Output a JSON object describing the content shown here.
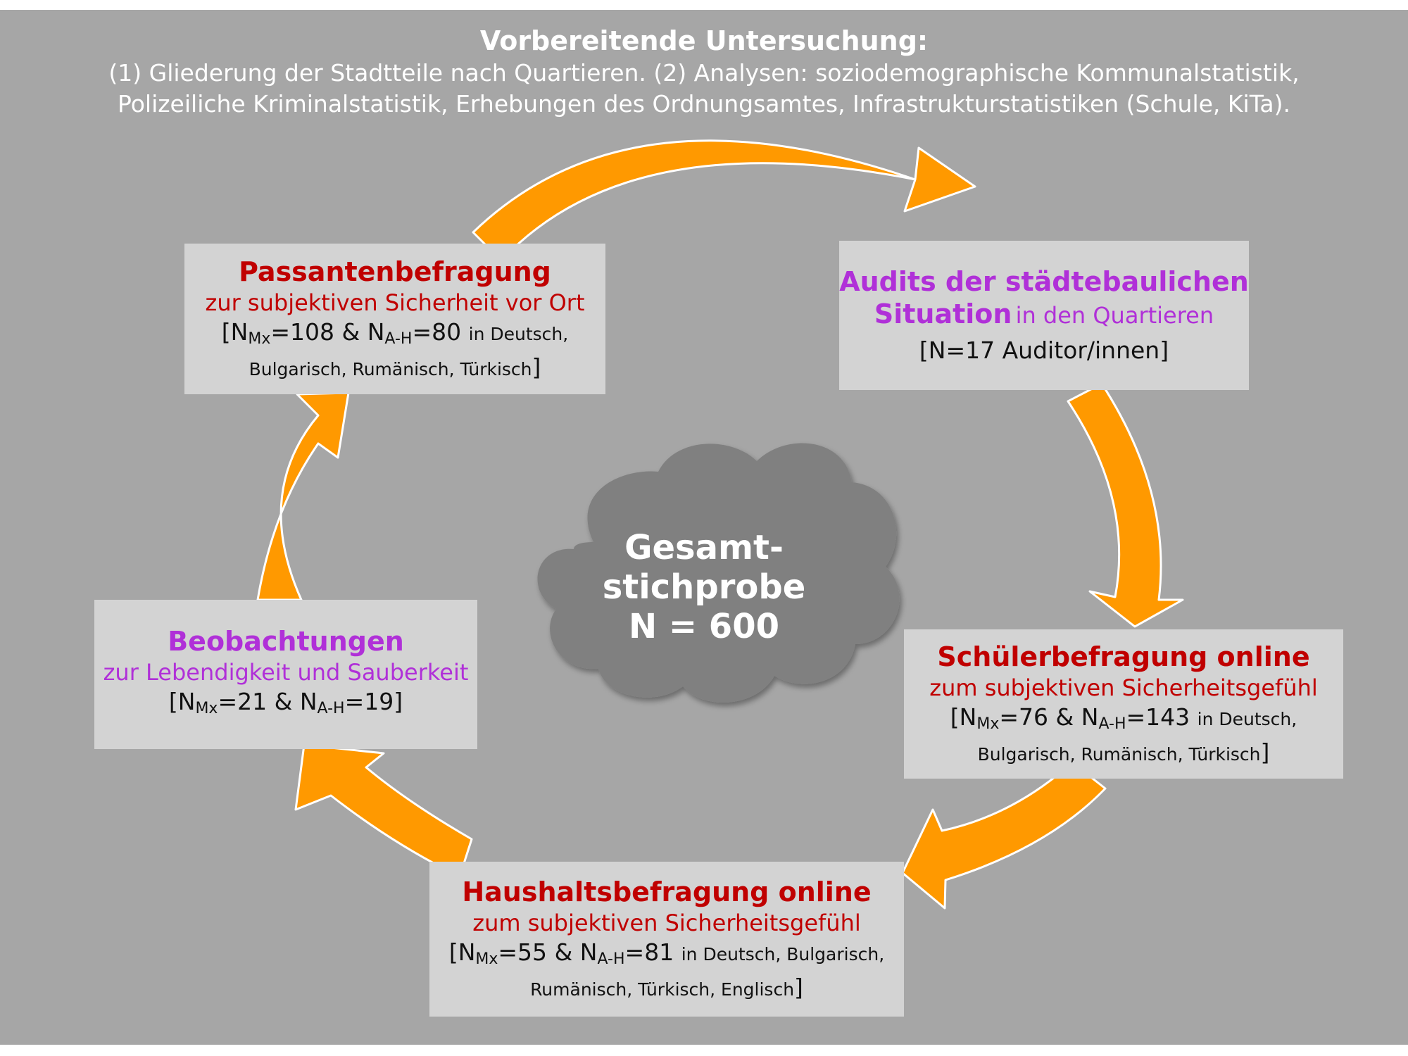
{
  "header": {
    "title": "Vorbereitende Untersuchung:",
    "line1": "(1) Gliederung der Stadtteile nach Quartieren. (2) Analysen: soziodemographische Kommunalstatistik,",
    "line2": "Polizeiliche Kriminalstatistik, Erhebungen des Ordnungsamtes, Infrastrukturstatistiken (Schule, KiTa)."
  },
  "center": {
    "line1": "Gesamt-",
    "line2": "stichprobe",
    "line3": "N = 600"
  },
  "boxes": {
    "passanten": {
      "title": "Passantenbefragung",
      "subtitle": "zur subjektiven Sicherheit vor Ort",
      "n1_label": "N",
      "n1_sub": "Mx",
      "n1_value": "=108",
      "amp": "&",
      "n2_label": "N",
      "n2_sub": "A-H",
      "n2_value": "=80",
      "lang1": "in Deutsch,",
      "lang2": "Bulgarisch, Rumänisch, Türkisch"
    },
    "audits": {
      "title_line1": "Audits der städtebaulichen",
      "title_line2": "Situation",
      "title_suffix": "in den Quartieren",
      "count": "[N=17 Auditor/innen]"
    },
    "schueler": {
      "title": "Schülerbefragung online",
      "subtitle": "zum subjektiven Sicherheitsgefühl",
      "n1_label": "N",
      "n1_sub": "Mx",
      "n1_value": "=76",
      "amp": "&",
      "n2_label": "N",
      "n2_sub": "A-H",
      "n2_value": "=143",
      "lang1": "in Deutsch,",
      "lang2": "Bulgarisch, Rumänisch, Türkisch"
    },
    "haushalt": {
      "title": "Haushaltsbefragung online",
      "subtitle": "zum subjektiven Sicherheitsgefühl",
      "n1_label": "N",
      "n1_sub": "Mx",
      "n1_value": "=55",
      "amp": "&",
      "n2_label": "N",
      "n2_sub": "A-H",
      "n2_value": "=81",
      "lang1": "in Deutsch, Bulgarisch,",
      "lang2": "Rumänisch, Türkisch, Englisch"
    },
    "beobachtung": {
      "title": "Beobachtungen",
      "subtitle": "zur Lebendigkeit und Sauberkeit",
      "n1_label": "N",
      "n1_sub": "Mx",
      "n1_value": "=21",
      "amp": "&",
      "n2_label": "N",
      "n2_sub": "A-H",
      "n2_value": "=19"
    }
  },
  "colors": {
    "background": "#a6a6a6",
    "box": "#d3d3d3",
    "arrow": "#ff9900",
    "cloud": "#808080",
    "red": "#c00000",
    "purple": "#b030d8"
  }
}
